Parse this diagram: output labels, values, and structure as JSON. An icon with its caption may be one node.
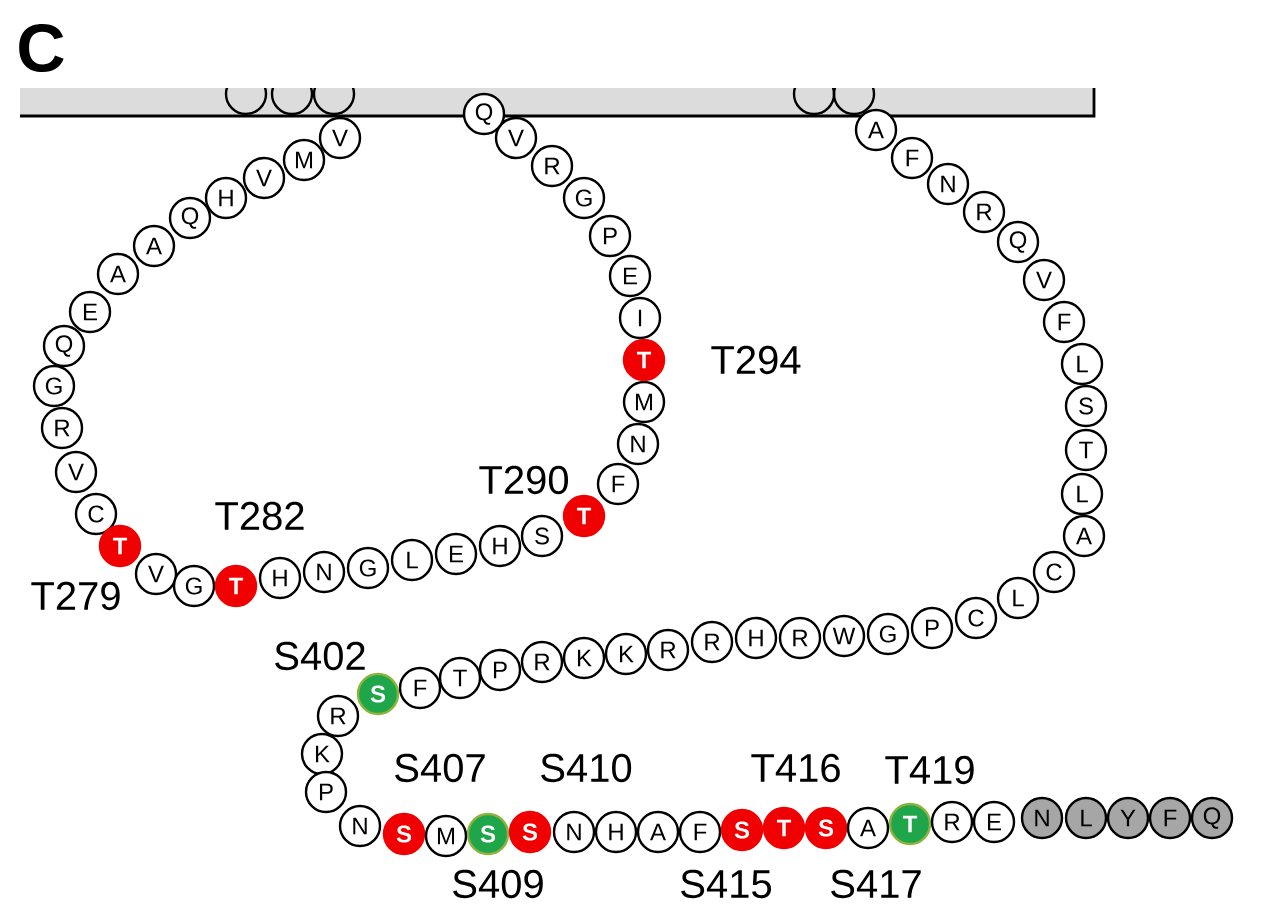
{
  "diagram": {
    "nodes": [
      {
        "text": [],
        "shape": "circle"
      },
      {
        "text": [],
        "shape": "circle"
      },
      {
        "text": [],
        "shape": "circle"
      },
      {
        "text": [
          "V"
        ]
      },
      {
        "text": [
          "M"
        ]
      },
      {
        "text": [
          "V"
        ]
      },
      {
        "text": [
          "H"
        ]
      },
      {
        "text": [
          "Q"
        ]
      },
      {
        "text": [
          "A"
        ]
      },
      {
        "text": [
          "A"
        ]
      },
      {
        "text": [
          "E"
        ]
      },
      {
        "text": [
          "Q"
        ]
      },
      {
        "text": [
          "G"
        ]
      },
      {
        "text": [
          "R"
        ]
      },
      {
        "text": [
          "V"
        ]
      },
      {
        "text": [
          "C"
        ]
      },
      {
        "text": [
          "T"
        ],
        "beside": [
          "T279"
        ]
      },
      {
        "text": [
          "V"
        ]
      },
      {
        "text": [
          "G"
        ]
      },
      {
        "text": [
          "T"
        ],
        "beside": [
          "T282"
        ]
      },
      {
        "text": [
          "H"
        ]
      },
      {
        "text": [
          "N"
        ]
      },
      {
        "text": [
          "G"
        ]
      },
      {
        "text": [
          "L"
        ]
      },
      {
        "text": [
          "E"
        ]
      },
      {
        "text": [
          "H"
        ]
      },
      {
        "text": [
          "S"
        ]
      },
      {
        "text": [
          "T"
        ],
        "beside": [
          "T290"
        ]
      },
      {
        "text": [
          "F"
        ]
      },
      {
        "text": [
          "N"
        ]
      },
      {
        "text": [
          "M"
        ]
      },
      {
        "text": [
          "T"
        ],
        "beside": [
          "T294"
        ]
      },
      {
        "text": [
          "I"
        ]
      },
      {
        "text": [
          "E"
        ]
      },
      {
        "text": [
          "P"
        ]
      },
      {
        "text": [
          "G"
        ]
      },
      {
        "text": [
          "R"
        ]
      },
      {
        "text": [
          "V"
        ]
      },
      {
        "text": [
          "Q"
        ]
      },
      {
        "text": [],
        "shape": "circle"
      },
      {
        "text": [],
        "shape": "circle"
      },
      {
        "text": [
          "A"
        ]
      },
      {
        "text": [
          "F"
        ]
      },
      {
        "text": [
          "N"
        ]
      },
      {
        "text": [
          "R"
        ]
      },
      {
        "text": [
          "Q"
        ]
      },
      {
        "text": [
          "V"
        ]
      },
      {
        "text": [
          "F"
        ]
      },
      {
        "text": [
          "L"
        ]
      },
      {
        "text": [
          "S"
        ]
      },
      {
        "text": [
          "T"
        ]
      },
      {
        "text": [
          "L"
        ]
      },
      {
        "text": [
          "A"
        ]
      },
      {
        "text": [
          "C"
        ]
      },
      {
        "text": [
          "L"
        ]
      },
      {
        "text": [
          "C"
        ]
      },
      {
        "text": [
          "P"
        ]
      },
      {
        "text": [
          "G"
        ]
      },
      {
        "text": [
          "W"
        ]
      },
      {
        "text": [
          "R"
        ]
      },
      {
        "text": [
          "H"
        ]
      },
      {
        "text": [
          "R"
        ]
      },
      {
        "text": [
          "R"
        ]
      },
      {
        "text": [
          "K"
        ]
      },
      {
        "text": [
          "K"
        ]
      },
      {
        "text": [
          "R"
        ]
      },
      {
        "text": [
          "P"
        ]
      },
      {
        "text": [
          "T"
        ]
      },
      {
        "text": [
          "F"
        ]
      },
      {
        "text": [
          "S"
        ],
        "beside": [
          "S402"
        ]
      },
      {
        "text": [
          "R"
        ]
      },
      {
        "text": [
          "K"
        ]
      },
      {
        "text": [
          "P"
        ]
      },
      {
        "text": [
          "N"
        ]
      },
      {
        "text": [
          "S"
        ],
        "beside": [
          "S407"
        ]
      },
      {
        "text": [
          "M"
        ]
      },
      {
        "text": [
          "S"
        ],
        "beside": [
          "S409"
        ]
      },
      {
        "text": [
          "S"
        ],
        "beside": [
          "S410"
        ]
      },
      {
        "text": [
          "N"
        ]
      },
      {
        "text": [
          "H"
        ]
      },
      {
        "text": [
          "A"
        ]
      },
      {
        "text": [
          "F"
        ]
      },
      {
        "text": [
          "S"
        ],
        "beside": [
          "S415"
        ]
      },
      {
        "text": [
          "T"
        ],
        "beside": [
          "T416"
        ]
      },
      {
        "text": [
          "S"
        ],
        "beside": [
          "S417"
        ]
      },
      {
        "text": [
          "A"
        ]
      },
      {
        "text": [
          "T"
        ],
        "beside": [
          "T419"
        ]
      },
      {
        "text": [
          "R"
        ]
      },
      {
        "text": [
          "E"
        ]
      },
      {
        "text": [
          "N"
        ]
      },
      {
        "text": [
          "L"
        ]
      },
      {
        "text": [
          "Y"
        ]
      },
      {
        "text": [
          "F"
        ]
      },
      {
        "text": [
          "Q"
        ]
      }
    ],
    "labels": [
      "C"
    ]
  }
}
